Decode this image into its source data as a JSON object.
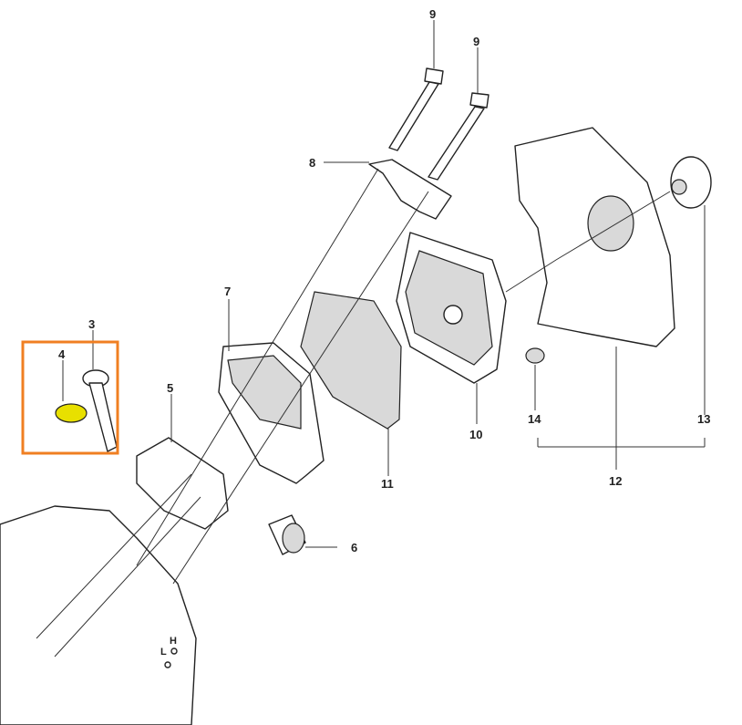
{
  "diagram": {
    "callouts": [
      {
        "id": "9a",
        "text": "9"
      },
      {
        "id": "9b",
        "text": "9"
      },
      {
        "id": "8",
        "text": "8"
      },
      {
        "id": "7",
        "text": "7"
      },
      {
        "id": "3",
        "text": "3"
      },
      {
        "id": "4",
        "text": "4"
      },
      {
        "id": "5",
        "text": "5"
      },
      {
        "id": "6",
        "text": "6"
      },
      {
        "id": "11",
        "text": "11"
      },
      {
        "id": "10",
        "text": "10"
      },
      {
        "id": "14",
        "text": "14"
      },
      {
        "id": "13",
        "text": "13"
      },
      {
        "id": "12",
        "text": "12"
      }
    ],
    "carb_marks": {
      "high": "H",
      "low": "L"
    },
    "highlight_color": "#f07f22",
    "part4_color": "#e8e000"
  }
}
